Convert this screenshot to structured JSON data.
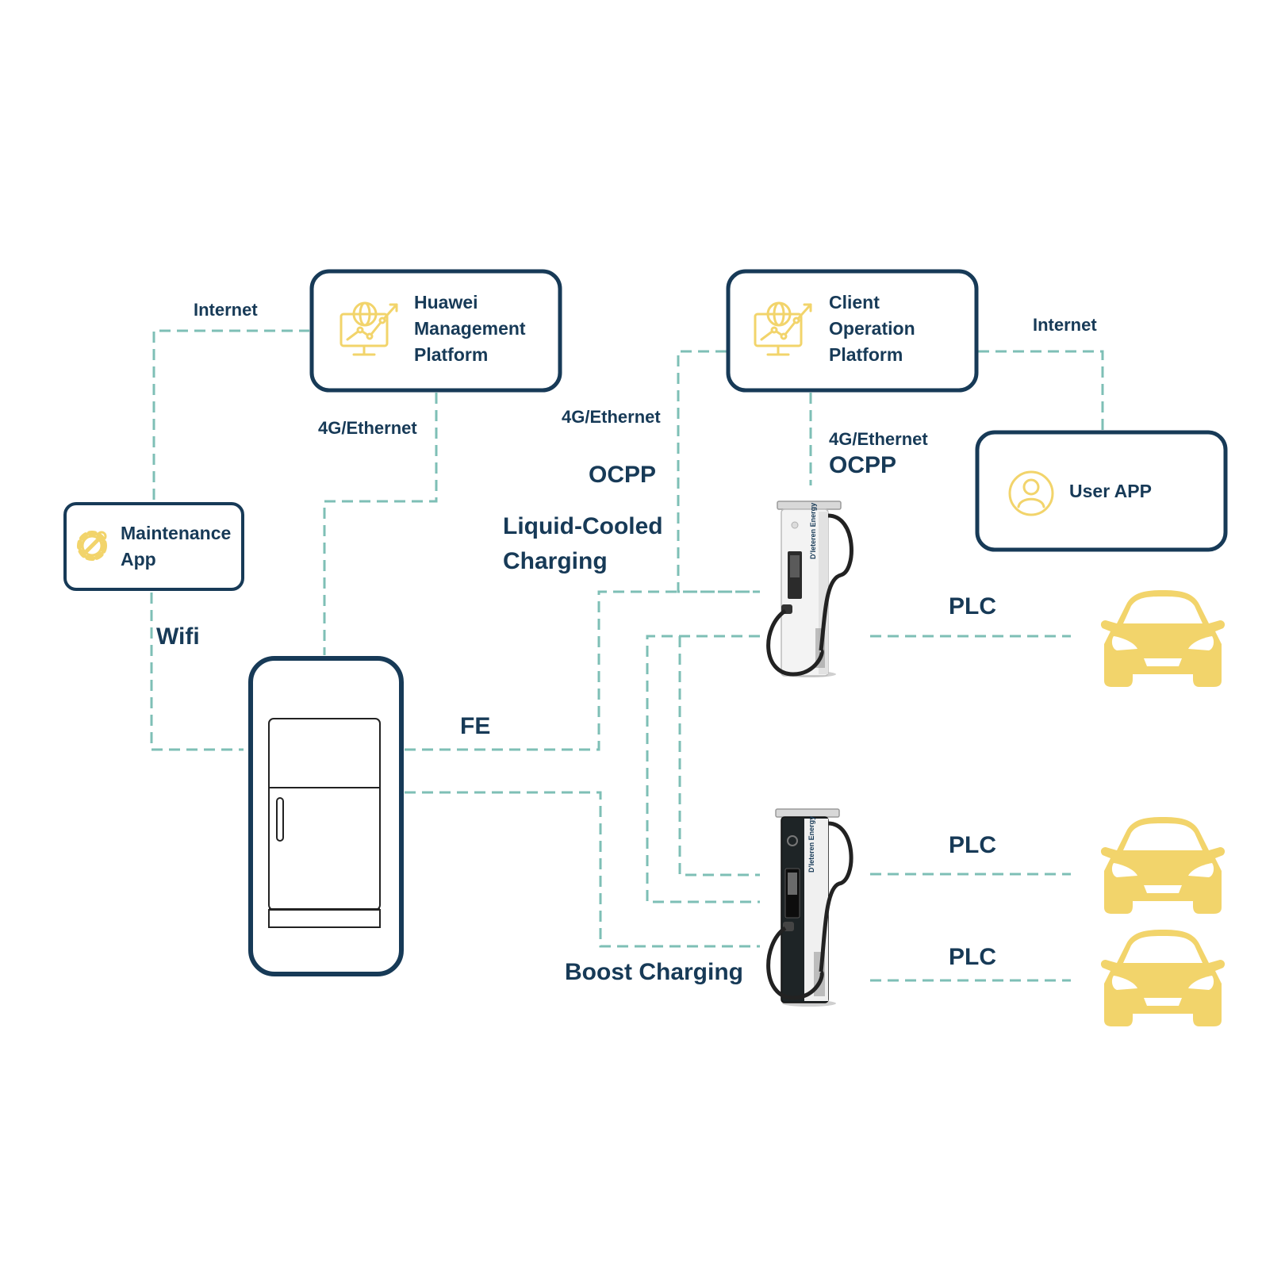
{
  "nodes": {
    "huawei": {
      "lines": [
        "Huawei",
        "Management",
        "Platform"
      ],
      "icon": "monitor-globe-chart-icon"
    },
    "client": {
      "lines": [
        "Client",
        "Operation",
        "Platform"
      ],
      "icon": "monitor-globe-chart-icon"
    },
    "maintenance": {
      "lines": [
        "Maintenance",
        "App"
      ],
      "icon": "gear-wrench-icon"
    },
    "user_app": {
      "lines": [
        "User APP"
      ],
      "icon": "user-icon"
    },
    "cabinet": {
      "icon": "power-cabinet-icon"
    },
    "charger_top": {
      "icon": "charging-pile-white-icon",
      "brand": "D'Ieteren Energy"
    },
    "charger_bottom": {
      "icon": "charging-pile-black-icon",
      "brand": "D'Ieteren Energy"
    },
    "cars": [
      {
        "icon": "car-icon"
      },
      {
        "icon": "car-icon"
      },
      {
        "icon": "car-icon"
      }
    ]
  },
  "edge_labels": {
    "internet_left": "Internet",
    "internet_right": "Internet",
    "eth_huawei": "4G/Ethernet",
    "eth_client_left": "4G/Ethernet",
    "ocpp_left": "OCPP",
    "eth_client_right": "4G/Ethernet",
    "ocpp_right": "OCPP",
    "liquid_cooled": [
      "Liquid-Cooled",
      "Charging"
    ],
    "wifi": "Wifi",
    "fe": "FE",
    "boost": "Boost Charging",
    "plc_1": "PLC",
    "plc_2": "PLC",
    "plc_3": "PLC"
  },
  "colors": {
    "box_border": "#173a57",
    "text": "#173a57",
    "link": "#7ebfb6",
    "accent": "#f2d46b"
  }
}
